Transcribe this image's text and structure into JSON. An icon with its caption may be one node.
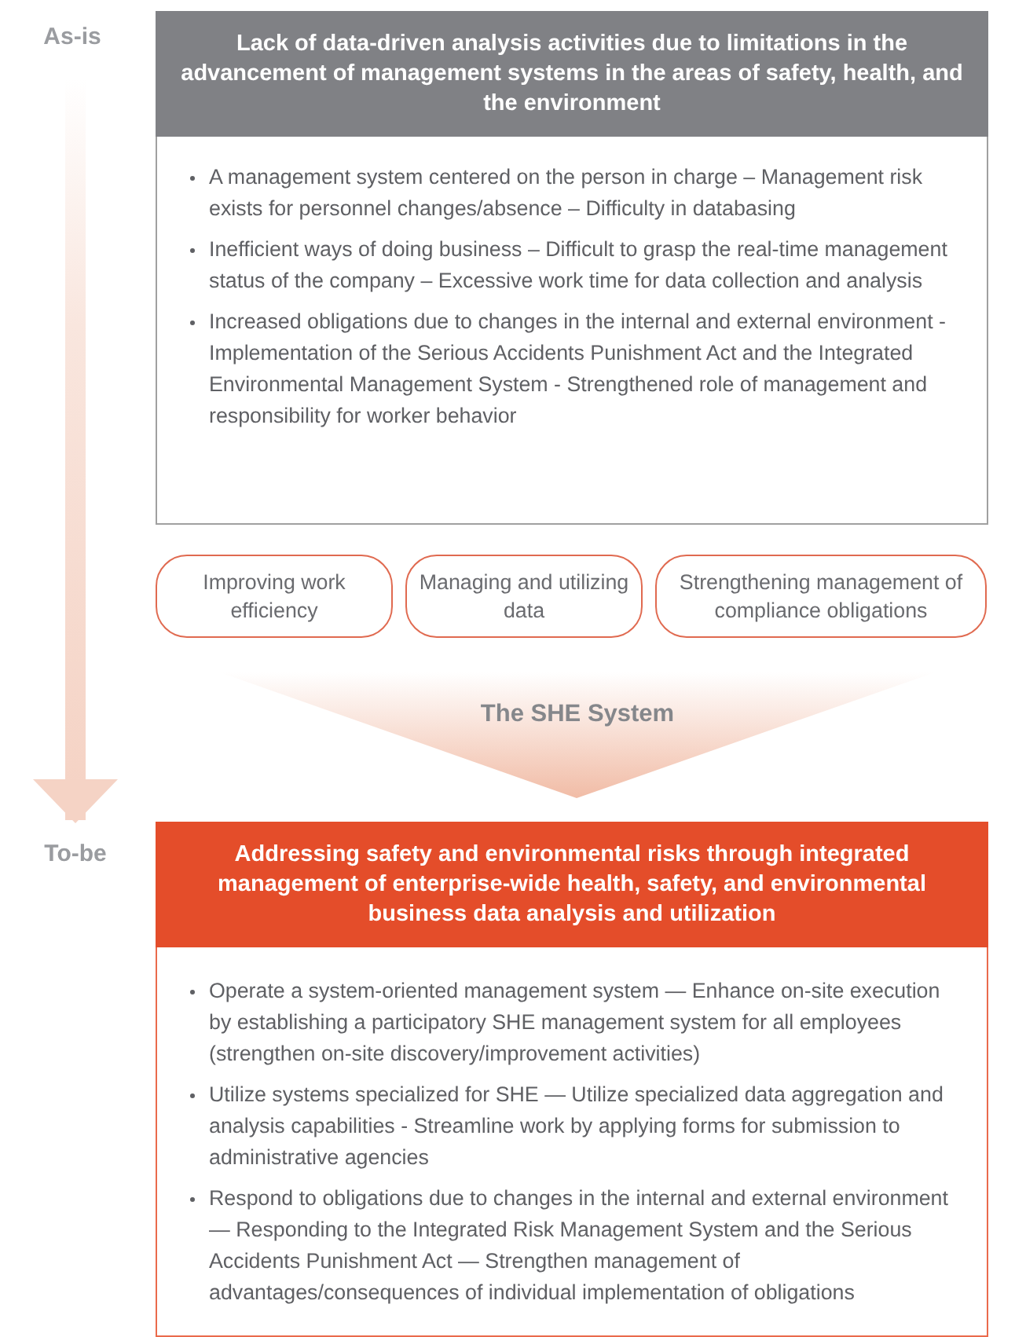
{
  "diagram": {
    "nodes": [
      {
        "text": [
          "As-is"
        ]
      },
      {
        "text": [
          "Lack of data-driven analysis activities due to limitations in the advancement of management systems in the areas of safety, health, and the environment",
          "A management system centered on the person in charge – Management risk exists for personnel changes/absence – Difficulty in databasing",
          "Inefficient ways of doing business – Difficult to grasp the real-time management status of the company – Excessive work time for data collection and analysis",
          "Increased obligations due to changes in the internal and external environment - Implementation of the Serious Accidents Punishment Act and the Integrated Environmental Management System - Strengthened role of management and responsibility for worker behavior"
        ]
      },
      {
        "text": [
          "Improving work efficiency"
        ]
      },
      {
        "text": [
          "Managing and utilizing data"
        ]
      },
      {
        "text": [
          "Strengthening management of compliance obligations"
        ]
      },
      {
        "text": [
          "The SHE System"
        ]
      },
      {
        "text": [
          "To-be"
        ]
      },
      {
        "text": [
          "Addressing safety and environmental risks through integrated management of enterprise-wide health, safety, and environmental business data analysis and utilization",
          "Operate a system-oriented management system — Enhance on-site execution by establishing a participatory SHE management system for all employees (strengthen on-site discovery/improvement activities)",
          "Utilize systems specialized for SHE — Utilize specialized data aggregation and analysis capabilities - Streamline work by applying forms for submission to administrative agencies",
          "Respond to obligations due to changes in the internal and external environment — Responding to the Integrated Risk Management System and the Serious Accidents Punishment Act — Strengthen management of advantages/consequences of individual implementation of obligations"
        ]
      }
    ],
    "edges": [
      {
        "from": 0,
        "to": 6,
        "arrow": "to",
        "style": "thick"
      }
    ]
  }
}
